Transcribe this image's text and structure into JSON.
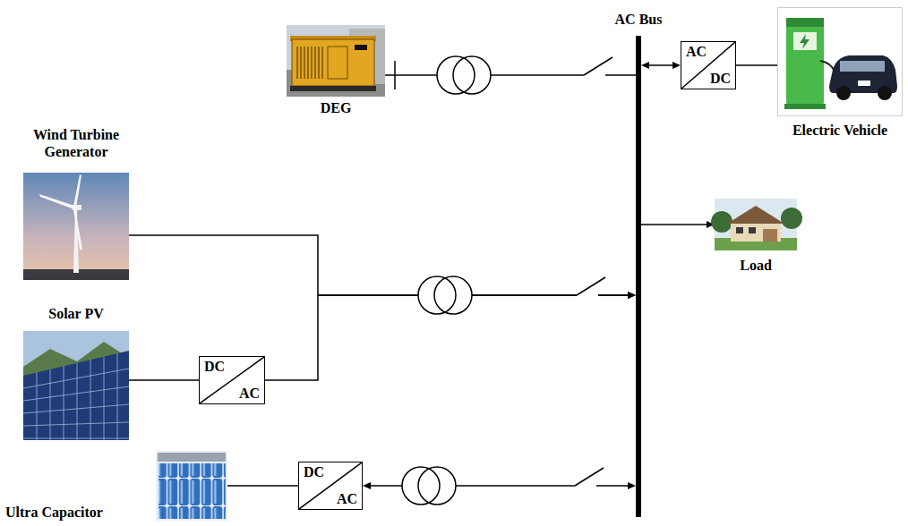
{
  "diagram": {
    "nodes": [
      {
        "text": [
          "DEG"
        ]
      },
      {
        "text": [
          "AC Bus"
        ]
      },
      {
        "text": [
          "AC",
          "DC"
        ]
      },
      {
        "text": [
          "Electric Vehicle"
        ]
      },
      {
        "text": [
          "Wind Turbine Generator"
        ]
      },
      {
        "text": [
          "Load"
        ]
      },
      {
        "text": [
          "Solar PV"
        ]
      },
      {
        "text": [
          "DC",
          "AC"
        ]
      },
      {
        "text": [
          "Ultra Capacitor"
        ]
      },
      {
        "text": [
          "DC",
          "AC"
        ]
      }
    ],
    "edges": [
      {
        "from": 0,
        "to": 1,
        "arrow": "none"
      },
      {
        "from": 1,
        "to": 2,
        "arrow": "both"
      },
      {
        "from": 2,
        "to": 3,
        "arrow": "none"
      },
      {
        "from": 1,
        "to": 5,
        "arrow": "to"
      },
      {
        "from": 4,
        "to": 1,
        "arrow": "to"
      },
      {
        "from": 6,
        "to": 7,
        "arrow": "none"
      },
      {
        "from": 7,
        "to": 1,
        "arrow": "to"
      },
      {
        "from": 8,
        "to": 9,
        "arrow": "none"
      },
      {
        "from": 9,
        "to": 1,
        "arrow": "both"
      }
    ]
  }
}
